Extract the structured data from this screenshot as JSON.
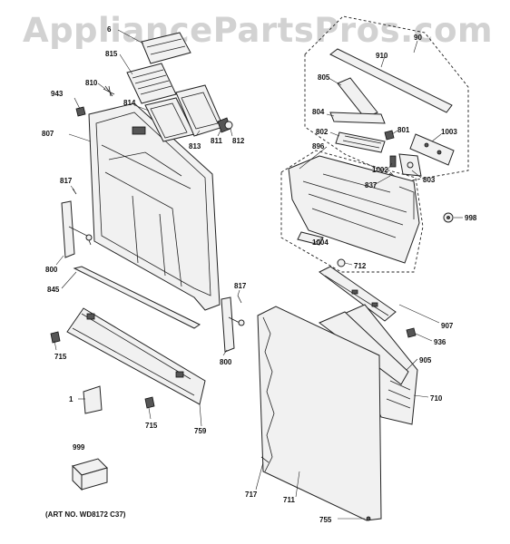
{
  "watermark": "AppliancePartsPros.com",
  "art_number": "(ART NO. WD8172 C37)",
  "callouts": {
    "c6": "6",
    "c90": "90",
    "c815": "815",
    "c910": "910",
    "c810": "810",
    "c943": "943",
    "c814": "814",
    "c805": "805",
    "c811": "811",
    "c812": "812",
    "c813": "813",
    "c804": "804",
    "c801": "801",
    "c807": "807",
    "c802": "802",
    "c1003": "1003",
    "c896": "896",
    "c1002": "1002",
    "c837": "837",
    "c803": "803",
    "c817a": "817",
    "c998": "998",
    "c1004": "1004",
    "c712": "712",
    "c800a": "800",
    "c845": "845",
    "c817b": "817",
    "c907": "907",
    "c936": "936",
    "c715a": "715",
    "c800b": "800",
    "c905": "905",
    "c1": "1",
    "c710": "710",
    "c715b": "715",
    "c759": "759",
    "c999": "999",
    "c717": "717",
    "c711": "711",
    "c755": "755"
  }
}
